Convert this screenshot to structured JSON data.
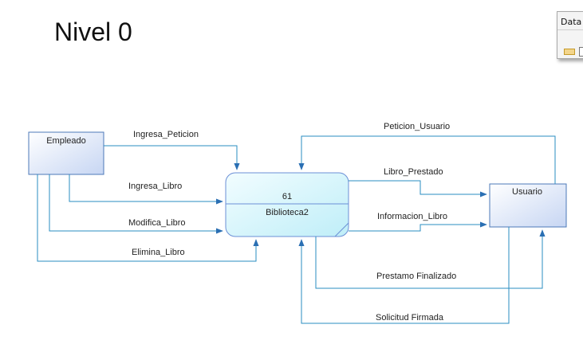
{
  "page": {
    "title": "Nivel 0"
  },
  "palette": {
    "line": "#2a8ec2",
    "entity_border": "#4c79b8",
    "process_border": "#6b8fd6"
  },
  "legend": {
    "header": "Data F"
  },
  "entities": {
    "empleado": "Empleado",
    "usuario": "Usuario"
  },
  "process": {
    "number": "61",
    "name": "Biblioteca2"
  },
  "flows": {
    "ingresa_peticion": "Ingresa_Peticion",
    "ingresa_libro": "Ingresa_Libro",
    "modifica_libro": "Modifica_Libro",
    "elimina_libro": "Elimina_Libro",
    "peticion_usuario": "Peticion_Usuario",
    "libro_prestado": "Libro_Prestado",
    "informacion_libro": "Informacion_Libro",
    "prestamo_finalizado": "Prestamo Finalizado",
    "solicitud_firmada": "Solicitud Firmada"
  }
}
